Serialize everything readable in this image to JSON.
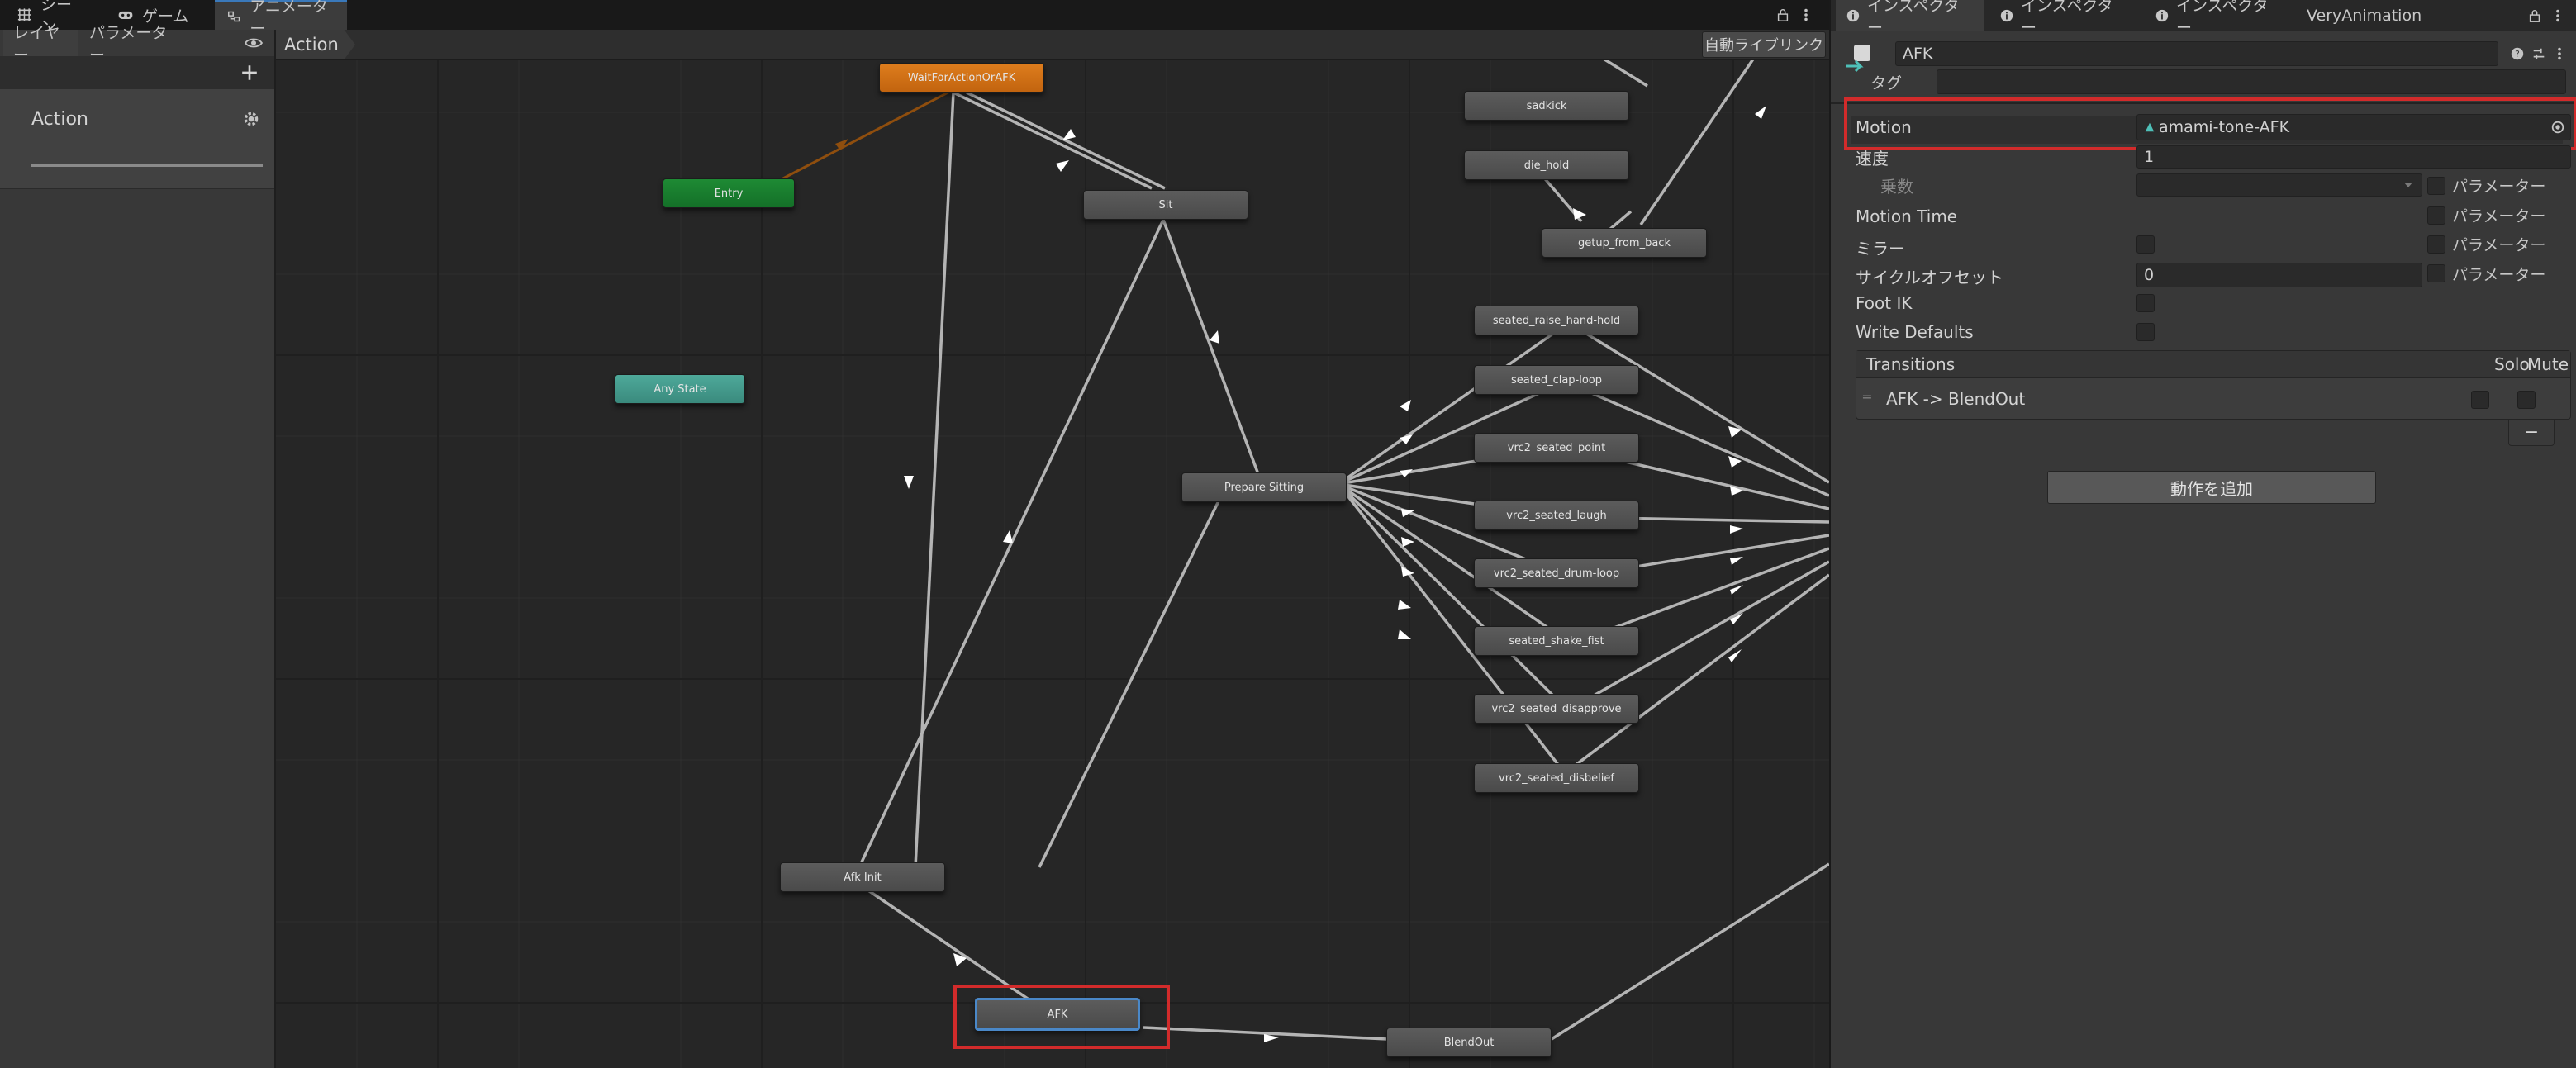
{
  "top_tabs": [
    {
      "label": "シーン",
      "icon": "grid-icon"
    },
    {
      "label": "ゲーム",
      "icon": "gamepad-icon"
    },
    {
      "label": "アニメーター",
      "icon": "animator-icon"
    }
  ],
  "left_panel": {
    "tabs": [
      "レイヤー",
      "パラメーター"
    ],
    "layer": {
      "name": "Action"
    }
  },
  "canvas": {
    "breadcrumb": "Action",
    "auto_live_link": "自動ライブリンク",
    "states": [
      {
        "id": "wait",
        "label": "WaitForActionOrAFK",
        "kind": "orange"
      },
      {
        "id": "entry",
        "label": "Entry",
        "kind": "green"
      },
      {
        "id": "anystate",
        "label": "Any State",
        "kind": "teal"
      },
      {
        "id": "sit",
        "label": "Sit",
        "kind": "gray"
      },
      {
        "id": "sadkick",
        "label": "sadkick",
        "kind": "gray"
      },
      {
        "id": "die_hold",
        "label": "die_hold",
        "kind": "gray"
      },
      {
        "id": "getup",
        "label": "getup_from_back",
        "kind": "gray"
      },
      {
        "id": "raise_hand",
        "label": "seated_raise_hand-hold",
        "kind": "gray"
      },
      {
        "id": "clap",
        "label": "seated_clap-loop",
        "kind": "gray"
      },
      {
        "id": "point",
        "label": "vrc2_seated_point",
        "kind": "gray"
      },
      {
        "id": "prepare",
        "label": "Prepare Sitting",
        "kind": "gray"
      },
      {
        "id": "laugh",
        "label": "vrc2_seated_laugh",
        "kind": "gray"
      },
      {
        "id": "drum",
        "label": "vrc2_seated_drum-loop",
        "kind": "gray"
      },
      {
        "id": "shake",
        "label": "seated_shake_fist",
        "kind": "gray"
      },
      {
        "id": "disapprove",
        "label": "vrc2_seated_disapprove",
        "kind": "gray"
      },
      {
        "id": "disbelief",
        "label": "vrc2_seated_disbelief",
        "kind": "gray"
      },
      {
        "id": "afkinit",
        "label": "Afk Init",
        "kind": "gray"
      },
      {
        "id": "afk",
        "label": "AFK",
        "kind": "selected"
      },
      {
        "id": "blendout",
        "label": "BlendOut",
        "kind": "gray"
      }
    ]
  },
  "inspector": {
    "tabs": [
      {
        "label": "インスペクター",
        "icon": "info-icon"
      },
      {
        "label": "インスペクター",
        "icon": "info-icon"
      },
      {
        "label": "インスペクター",
        "icon": "info-icon"
      },
      {
        "label": "VeryAnimation",
        "icon": ""
      }
    ],
    "object_name": "AFK",
    "tag_label": "タグ",
    "motion_label": "Motion",
    "motion_value": "amami-tone-AFK",
    "speed_label": "速度",
    "speed_value": "1",
    "multiplier_label": "乗数",
    "motion_time_label": "Motion Time",
    "mirror_label": "ミラー",
    "cycle_offset_label": "サイクルオフセット",
    "cycle_offset_value": "0",
    "foot_ik_label": "Foot IK",
    "write_defaults_label": "Write Defaults",
    "parameter_label": "パラメーター",
    "transitions": {
      "header": "Transitions",
      "solo": "Solo",
      "mute": "Mute",
      "items": [
        "AFK -> BlendOut"
      ]
    },
    "remove_button": "−",
    "add_behaviour_button": "動作を追加"
  }
}
